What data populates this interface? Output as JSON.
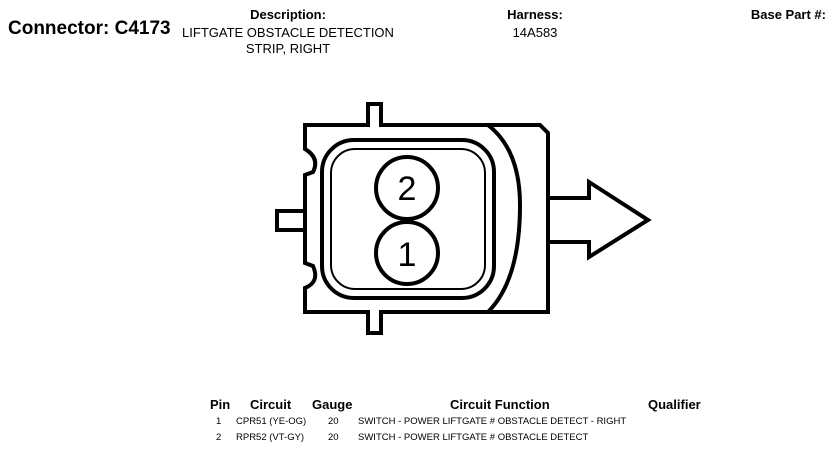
{
  "connector": {
    "label": "Connector:",
    "id": "C4173"
  },
  "description": {
    "heading": "Description:",
    "line1": "LIFTGATE OBSTACLE DETECTION",
    "line2": "STRIP, RIGHT"
  },
  "harness": {
    "heading": "Harness:",
    "value": "14A583"
  },
  "base_part": {
    "heading": "Base Part #:"
  },
  "pins_drawn": [
    "2",
    "1"
  ],
  "table": {
    "headers": {
      "pin": "Pin",
      "circuit": "Circuit",
      "gauge": "Gauge",
      "function": "Circuit Function",
      "qualifier": "Qualifier"
    },
    "rows": [
      {
        "pin": "1",
        "circuit": "CPR51 (YE-OG)",
        "gauge": "20",
        "function": "SWITCH - POWER LIFTGATE # OBSTACLE DETECT - RIGHT",
        "qualifier": ""
      },
      {
        "pin": "2",
        "circuit": "RPR52 (VT-GY)",
        "gauge": "20",
        "function": "SWITCH - POWER LIFTGATE # OBSTACLE DETECT",
        "qualifier": ""
      }
    ]
  }
}
